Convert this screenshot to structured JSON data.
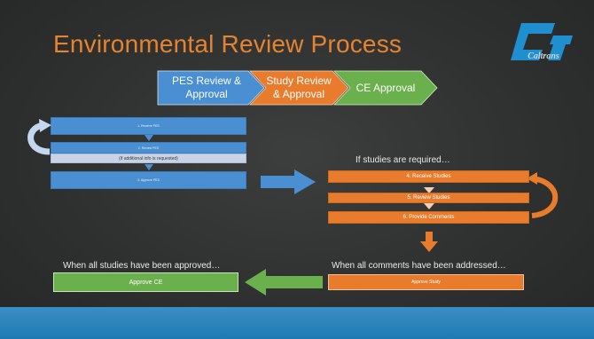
{
  "title": "Environmental Review Process",
  "logo": {
    "name": "caltrans-logo",
    "text": "Caltrans"
  },
  "phases": [
    {
      "label": "PES Review &\nApproval",
      "color": "#4a8fd2"
    },
    {
      "label": "Study Review\n& Approval",
      "color": "#e87c2c"
    },
    {
      "label": "CE Approval",
      "color": "#6ab04c"
    }
  ],
  "left_flow": {
    "step1": "1. Receive PES",
    "step2": "2. Review PES",
    "info_note": "(if additional info is requested)",
    "step3": "3. Approve PES"
  },
  "studies": {
    "caption": "If studies are required…",
    "step4": "4. Receive Studies",
    "step5": "5. Review Studies",
    "step6": "6. Provide Comments"
  },
  "bottom": {
    "approve_ce_caption": "When all studies have been approved…",
    "approve_ce": "Approve CE",
    "approve_study_caption": "When all comments have been addressed…",
    "approve_study": "Approve Study"
  },
  "colors": {
    "title": "#e6832f",
    "blue": "#4a8fd2",
    "orange": "#e87c2c",
    "green": "#6ab04c",
    "footer": "#2a86bf"
  }
}
